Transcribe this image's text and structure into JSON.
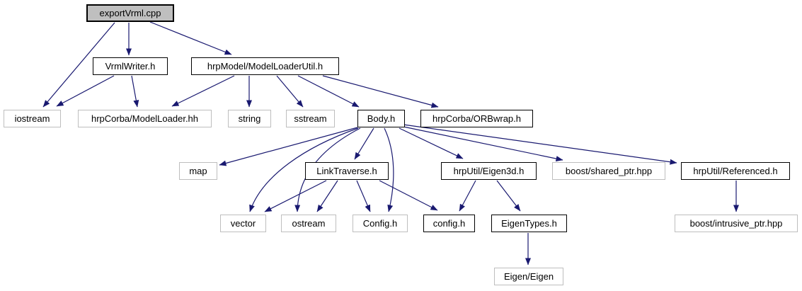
{
  "diagram": {
    "kind": "include-dependency-graph",
    "root_file": "exportVrml.cpp",
    "colors": {
      "background": "#ffffff",
      "edge": "#191970",
      "root_fill": "#bfbfbf",
      "node_fill": "#ffffff",
      "documented_border": "#000000",
      "external_border": "#bebebe",
      "text": "#000000"
    },
    "nodes": {
      "exportVrml": {
        "label": "exportVrml.cpp",
        "type": "root"
      },
      "vrmlWriter": {
        "label": "VrmlWriter.h",
        "type": "documented"
      },
      "modelLoaderUtil": {
        "label": "hrpModel/ModelLoaderUtil.h",
        "type": "documented"
      },
      "iostream": {
        "label": "iostream",
        "type": "external"
      },
      "modelLoaderHh": {
        "label": "hrpCorba/ModelLoader.hh",
        "type": "external"
      },
      "string": {
        "label": "string",
        "type": "external"
      },
      "sstream": {
        "label": "sstream",
        "type": "external"
      },
      "body": {
        "label": "Body.h",
        "type": "documented"
      },
      "orbWrap": {
        "label": "hrpCorba/ORBwrap.h",
        "type": "documented"
      },
      "map": {
        "label": "map",
        "type": "external"
      },
      "linkTraverse": {
        "label": "LinkTraverse.h",
        "type": "documented"
      },
      "eigen3d": {
        "label": "hrpUtil/Eigen3d.h",
        "type": "documented"
      },
      "sharedPtr": {
        "label": "boost/shared_ptr.hpp",
        "type": "external"
      },
      "referenced": {
        "label": "hrpUtil/Referenced.h",
        "type": "documented"
      },
      "vector": {
        "label": "vector",
        "type": "external"
      },
      "ostream": {
        "label": "ostream",
        "type": "external"
      },
      "configCap": {
        "label": "Config.h",
        "type": "external"
      },
      "configLow": {
        "label": "config.h",
        "type": "documented"
      },
      "eigenTypes": {
        "label": "EigenTypes.h",
        "type": "documented"
      },
      "intrusivePtr": {
        "label": "boost/intrusive_ptr.hpp",
        "type": "external"
      },
      "eigenEigen": {
        "label": "Eigen/Eigen",
        "type": "external"
      }
    },
    "edges": [
      {
        "from": "exportVrml.cpp",
        "to": "iostream"
      },
      {
        "from": "exportVrml.cpp",
        "to": "VrmlWriter.h"
      },
      {
        "from": "exportVrml.cpp",
        "to": "hrpModel/ModelLoaderUtil.h"
      },
      {
        "from": "VrmlWriter.h",
        "to": "iostream"
      },
      {
        "from": "VrmlWriter.h",
        "to": "hrpCorba/ModelLoader.hh"
      },
      {
        "from": "hrpModel/ModelLoaderUtil.h",
        "to": "hrpCorba/ModelLoader.hh"
      },
      {
        "from": "hrpModel/ModelLoaderUtil.h",
        "to": "string"
      },
      {
        "from": "hrpModel/ModelLoaderUtil.h",
        "to": "sstream"
      },
      {
        "from": "hrpModel/ModelLoaderUtil.h",
        "to": "Body.h"
      },
      {
        "from": "hrpModel/ModelLoaderUtil.h",
        "to": "hrpCorba/ORBwrap.h"
      },
      {
        "from": "Body.h",
        "to": "map"
      },
      {
        "from": "Body.h",
        "to": "vector"
      },
      {
        "from": "Body.h",
        "to": "ostream"
      },
      {
        "from": "Body.h",
        "to": "LinkTraverse.h"
      },
      {
        "from": "Body.h",
        "to": "Config.h"
      },
      {
        "from": "Body.h",
        "to": "hrpUtil/Eigen3d.h"
      },
      {
        "from": "Body.h",
        "to": "boost/shared_ptr.hpp"
      },
      {
        "from": "Body.h",
        "to": "hrpUtil/Referenced.h"
      },
      {
        "from": "LinkTraverse.h",
        "to": "vector"
      },
      {
        "from": "LinkTraverse.h",
        "to": "ostream"
      },
      {
        "from": "LinkTraverse.h",
        "to": "Config.h"
      },
      {
        "from": "LinkTraverse.h",
        "to": "config.h"
      },
      {
        "from": "hrpUtil/Eigen3d.h",
        "to": "config.h"
      },
      {
        "from": "hrpUtil/Eigen3d.h",
        "to": "EigenTypes.h"
      },
      {
        "from": "hrpUtil/Referenced.h",
        "to": "boost/intrusive_ptr.hpp"
      },
      {
        "from": "EigenTypes.h",
        "to": "Eigen/Eigen"
      }
    ]
  }
}
